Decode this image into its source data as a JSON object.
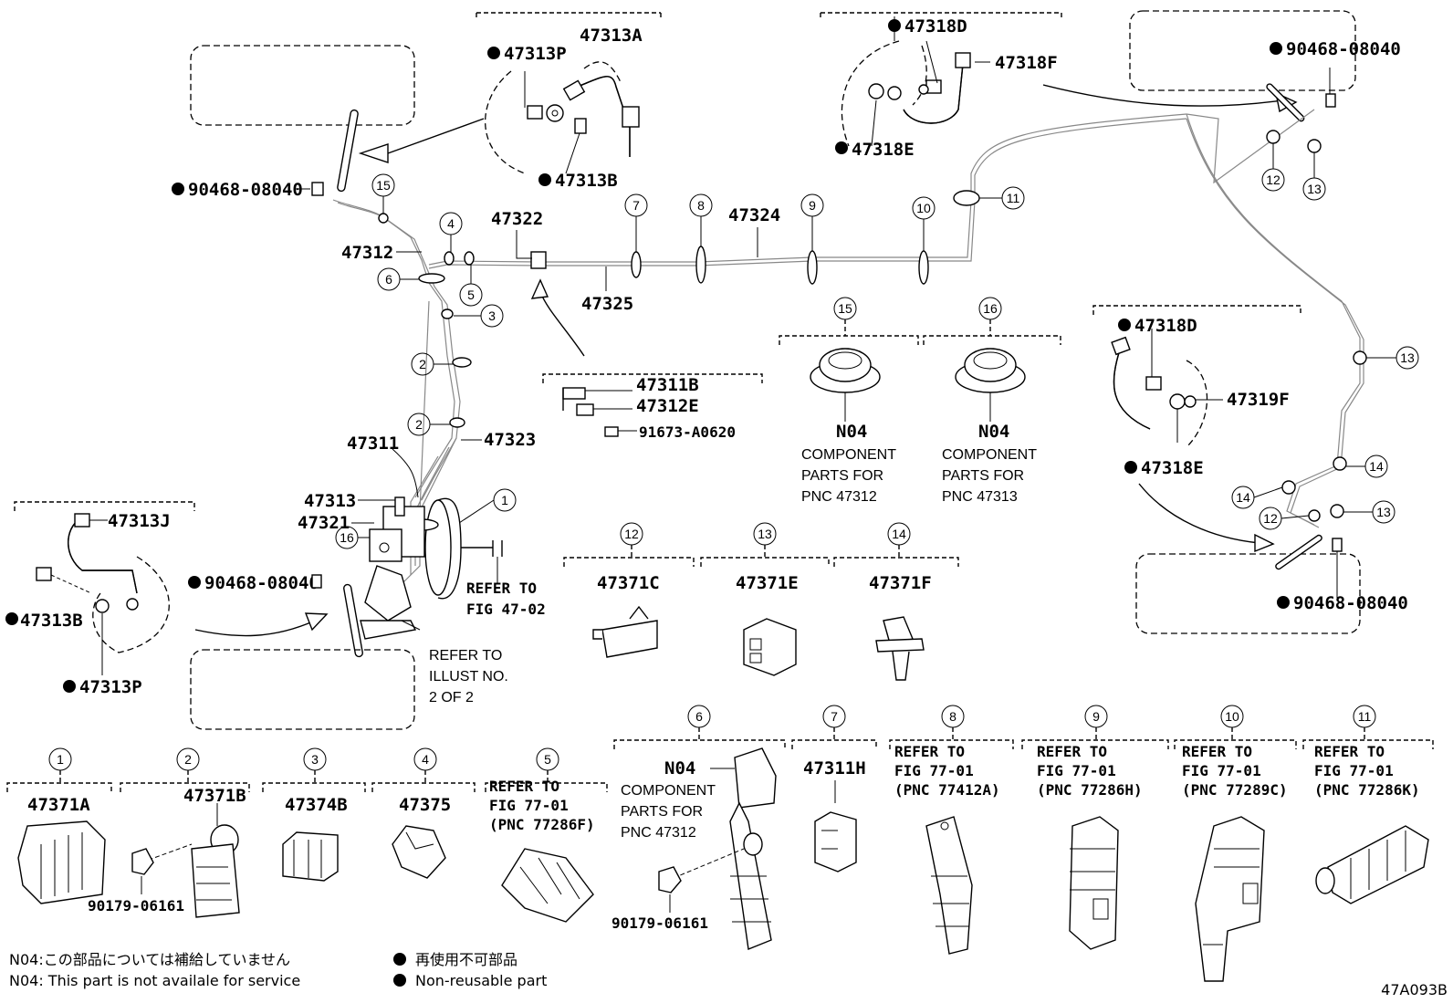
{
  "parts": {
    "p47313A": "47313A",
    "p47313P_top": "47313P",
    "p47313B_top": "47313B",
    "p90468_tl": "90468-08040",
    "p47318D_top": "47318D",
    "p47318F": "47318F",
    "p47318E_top": "47318E",
    "p90468_tr": "90468-08040",
    "p47312": "47312",
    "p47322": "47322",
    "p47324": "47324",
    "p47325": "47325",
    "p47311B": "47311B",
    "p47312E": "47312E",
    "p91673": "91673-A0620",
    "p47311": "47311",
    "p47323": "47323",
    "p47313": "47313",
    "p47321": "47321",
    "p47313J": "47313J",
    "p47313B_left": "47313B",
    "p47313P_left": "47313P",
    "p90468_ml": "90468-08040",
    "p47318D_right": "47318D",
    "p47319F": "47319F",
    "p47318E_right": "47318E",
    "p90468_br": "90468-08040",
    "p47371C": "47371C",
    "p47371E": "47371E",
    "p47371F": "47371F",
    "p47371A": "47371A",
    "p47371B": "47371B",
    "p90179_a": "90179-06161",
    "p47374B": "47374B",
    "p47375": "47375",
    "p47311H": "47311H",
    "p90179_b": "90179-06161"
  },
  "callouts": {
    "c1": "1",
    "c2": "2",
    "c3": "3",
    "c4": "4",
    "c5": "5",
    "c6": "6",
    "c7": "7",
    "c8": "8",
    "c9": "9",
    "c10": "10",
    "c11": "11",
    "c12": "12",
    "c13": "13",
    "c14": "14",
    "c15": "15",
    "c16": "16"
  },
  "refs": {
    "refer_to": "REFER TO",
    "fig_47_02": "FIG 47-02",
    "illust_1": "REFER TO",
    "illust_2": "ILLUST NO.",
    "illust_3": "2 OF 2",
    "fig_77_01": "FIG 77-01",
    "pnc_77286F": "(PNC 77286F)",
    "pnc_77412A": "(PNC 77412A)",
    "pnc_77286H": "(PNC 77286H)",
    "pnc_77289C": "(PNC 77289C)",
    "pnc_77286K": "(PNC 77286K)"
  },
  "n04": {
    "code": "N04",
    "component": "COMPONENT",
    "parts_for": "PARTS FOR",
    "pnc_47312": "PNC 47312",
    "pnc_47313": "PNC 47313"
  },
  "footnotes": {
    "n04_jp": "N04:この部品については補給していません",
    "n04_en": "N04: This part is not availale for service",
    "nr_jp": "再使用不可部品",
    "nr_en": "Non-reusable part"
  },
  "figure_id": "47A093B"
}
